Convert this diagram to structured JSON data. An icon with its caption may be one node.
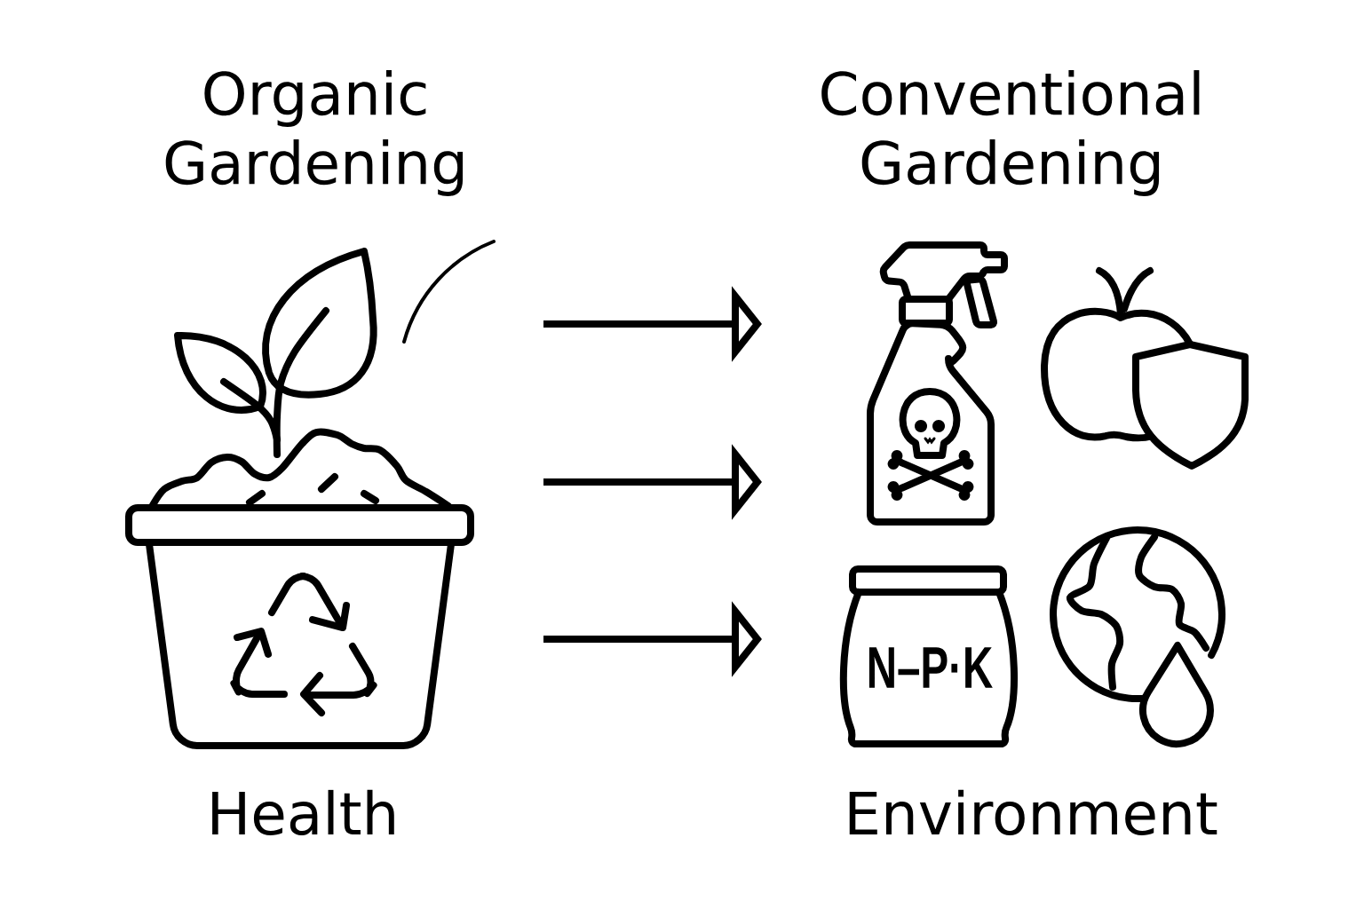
{
  "diagram": {
    "nodes": [
      {
        "text": [
          "Organic Gardening"
        ],
        "beside": [
          "Health"
        ]
      },
      {
        "text": [
          "Conventional Gardening"
        ],
        "beside": [
          "Environment"
        ]
      }
    ],
    "edges": [
      {
        "from": 0,
        "to": 1,
        "arrow": "to"
      },
      {
        "from": 0,
        "to": 1,
        "arrow": "to"
      },
      {
        "from": 0,
        "to": 1,
        "arrow": "to"
      }
    ],
    "labels": [
      "N–P·K"
    ]
  }
}
